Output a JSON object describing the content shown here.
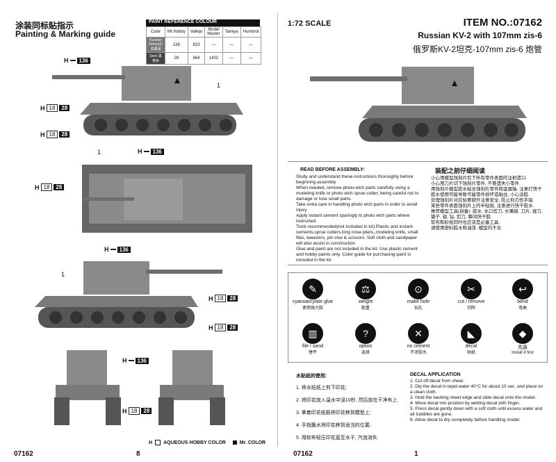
{
  "left": {
    "title_cn": "涂装同标贴指示",
    "title_en": "Painting & Marking guide",
    "paint_header": "PAINT REFERENCE COLOUR",
    "paint_cols": [
      "Color",
      "Mr.Hobby",
      "Vallejo",
      "Model Master",
      "Tamiya",
      "Humbrol"
    ],
    "paint_rows": [
      {
        "color": "Russian Green(2) 苏联绿",
        "mr": "136",
        "vallejo": "823",
        "mm": "—",
        "tamiya": "—",
        "humbrol": "—"
      },
      {
        "color": "Steel 黑铁色",
        "mr": "28",
        "vallejo": "864",
        "mm": "1402",
        "tamiya": "—",
        "humbrol": "—"
      }
    ],
    "callouts": [
      {
        "h": "H",
        "white": "",
        "black": "136"
      },
      {
        "h": "H",
        "white": "18",
        "black": "28"
      },
      {
        "h": "H",
        "white": "18",
        "black": "28"
      },
      {
        "h": "H",
        "white": "",
        "black": "136"
      },
      {
        "h": "H",
        "white": "18",
        "black": "28"
      },
      {
        "h": "H",
        "white": "",
        "black": "136"
      },
      {
        "h": "H",
        "white": "18",
        "black": "28"
      },
      {
        "h": "H",
        "white": "18",
        "black": "28"
      },
      {
        "h": "H",
        "white": "",
        "black": "136"
      },
      {
        "h": "H",
        "white": "18",
        "black": "28"
      }
    ],
    "marker1": "1",
    "legend_h": "H",
    "legend_h_text": "AQUEOUS HOBBY COLOR",
    "legend_m_text": "Mr. COLOR",
    "item_no": "07162",
    "page_no": "8"
  },
  "right": {
    "scale": "1:72 SCALE",
    "item": "ITEM NO.:07162",
    "name_en": "Russian KV-2 with 107mm zis-6",
    "name_cn": "俄罗斯KV-2坦克-107mm zis-6 炮管",
    "read_header": "READ BEFORE ASSEMBLY:",
    "read_items": [
      "Study and understand these instructions thoroughly before beginning assembly",
      "When needed, remove photo-etch parts carefully using a modeling knife or photo etch sprue cutter, being careful not to damage or lose small parts.",
      "Take extra care in handling photo etch parts in order to avoid injury",
      "Apply instant cement sparingly to photo etch parts where instructed",
      "Tools recommended(not included in kit):Plastic and instant cements,sprue cutters,long nose pliers,,modeling knife, small files, tweezers, pin vise & scissors. Soft cloth and sandpaper will also assist in construction",
      "Glue and paint are not included in the kit. Use plastic cement and hobby paints only. Color guide for purchasing paint is included in the kit."
    ],
    "read_header_cn": "装配之前仔细阅读",
    "read_items_cn": [
      "小心用模型蚀刻片剪下所有零件表面的注射遗口.",
      "小心用刀片切下蚀刻片零件, 不要遗失小零件.",
      "用蚀刻片模型胶水粘合蚀刻片零件和金属轴. 注意打快干胶水使用可能导致可能零件损坏或粘住, 小心涂胶.",
      "处理蚀刻片对应标要额外注意安全, 防止利刃伤手指.",
      "某些零件表面蚀刻片上的半贴纸, 注意进行快干胶水.",
      "推荐模型工具(自备): 胶水, 水口剪刀, 长嘴钳, 刀片, 锉刀, 镊子, 钳, 钻, 剪刀, 瞬间快干胶.",
      "软布和砂纸同时也应该是必备工具.",
      "请使用塑料胶水和油漆, 模型内不含."
    ],
    "icons": [
      {
        "name": "cyanoacrylate glue",
        "cn": "使用强力胶",
        "glyph": "✎"
      },
      {
        "name": "weight",
        "cn": "配重",
        "glyph": "⚖"
      },
      {
        "name": "make hole",
        "cn": "钻孔",
        "glyph": "⊙"
      },
      {
        "name": "cut / remove",
        "cn": "切除",
        "glyph": "✂"
      },
      {
        "name": "bend",
        "cn": "弯曲",
        "glyph": "↩"
      },
      {
        "name": "file / sand",
        "cn": "锉平",
        "glyph": "▥"
      },
      {
        "name": "option",
        "cn": "选择",
        "glyph": "?"
      },
      {
        "name": "no cement",
        "cn": "不涂胶水",
        "glyph": "✕"
      },
      {
        "name": "decal",
        "cn": "贴纸",
        "glyph": "◣"
      },
      {
        "name": "先装",
        "cn": "Install it first",
        "glyph": "◆"
      }
    ],
    "decal_header_cn": "水贴纸的使用:",
    "decal_steps_cn": [
      "1. 将水贴纸上剪下印花;",
      "2. 将印花放入温水中浸10秒, 然后放在干净布上.",
      "3. 拿着印花纸板将印花移到模型上;",
      "4. 手指蘸水将印花移到适当的位置;",
      "5. 用软布轻压印花直至水干, 汽泡消失."
    ],
    "decal_header": "DECAL APPLICATION",
    "decal_steps": [
      "1. Cut off decal from sheet.",
      "2. Dip the decal in tepid water 40°C for about 10 sec. and place on a clean cloth.",
      "3. Hold the backing sheet edge and slide decal onto the model.",
      "4. Move decal into position by wetting decal with finger.",
      "5. Press decal gently down with a soft cloth until excess water and air bubbles are gone.",
      "6. Allow decal to dry completely before handling model."
    ],
    "item_no": "07162",
    "page_no": "1"
  }
}
